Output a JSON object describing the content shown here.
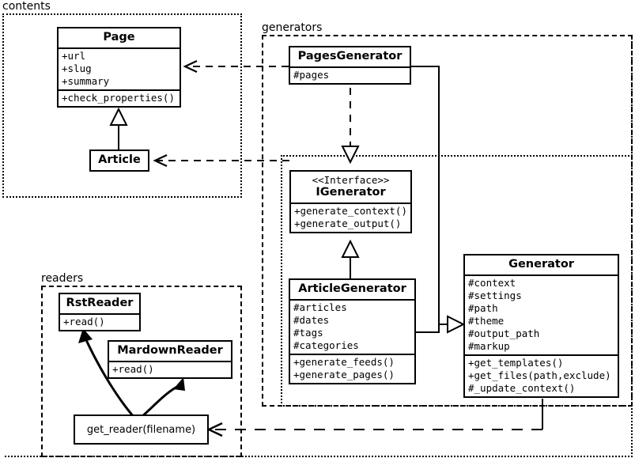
{
  "diagram": {
    "kind": "uml-class-diagram",
    "packages": [
      {
        "id": "contents",
        "label": "contents"
      },
      {
        "id": "generators",
        "label": "generators"
      },
      {
        "id": "readers",
        "label": "readers"
      }
    ],
    "classes": [
      {
        "id": "page",
        "name": "Page",
        "stereotype": "",
        "attributes": [
          "+url",
          "+slug",
          "+summary"
        ],
        "operations": [
          "+check_properties()"
        ]
      },
      {
        "id": "article",
        "name": "Article",
        "stereotype": "",
        "attributes": [],
        "operations": []
      },
      {
        "id": "pages_generator",
        "name": "PagesGenerator",
        "stereotype": "",
        "attributes": [
          "#pages"
        ],
        "operations": []
      },
      {
        "id": "igenerator",
        "name": "IGenerator",
        "stereotype": "<<Interface>>",
        "attributes": [],
        "operations": [
          "+generate_context()",
          "+generate_output()"
        ]
      },
      {
        "id": "article_generator",
        "name": "ArticleGenerator",
        "stereotype": "",
        "attributes": [
          "#articles",
          "#dates",
          "#tags",
          "#categories"
        ],
        "operations": [
          "+generate_feeds()",
          "+generate_pages()"
        ]
      },
      {
        "id": "generator",
        "name": "Generator",
        "stereotype": "",
        "attributes": [
          "#context",
          "#settings",
          "#path",
          "#theme",
          "#output_path",
          "#markup"
        ],
        "operations": [
          "+get_templates()",
          "+get_files(path,exclude)",
          "#_update_context()"
        ]
      },
      {
        "id": "rst_reader",
        "name": "RstReader",
        "stereotype": "",
        "attributes": [],
        "operations": [
          "+read()"
        ]
      },
      {
        "id": "mardown_reader",
        "name": "MardownReader",
        "stereotype": "",
        "attributes": [],
        "operations": [
          "+read()"
        ]
      }
    ],
    "functions": [
      {
        "id": "get_reader",
        "label": "get_reader(filename)"
      }
    ],
    "relations": [
      {
        "from": "pages_generator",
        "to": "page",
        "type": "dependency",
        "style": "dashed",
        "arrow": "open"
      },
      {
        "from": "article_generator",
        "to": "article",
        "type": "dependency",
        "style": "dashed",
        "arrow": "open"
      },
      {
        "from": "article",
        "to": "page",
        "type": "generalization",
        "style": "solid",
        "arrow": "hollow-triangle"
      },
      {
        "from": "pages_generator",
        "to": "igenerator",
        "type": "realization",
        "style": "dashed",
        "arrow": "hollow-triangle"
      },
      {
        "from": "article_generator",
        "to": "igenerator",
        "type": "generalization",
        "style": "solid",
        "arrow": "hollow-triangle"
      },
      {
        "from": "pages_generator",
        "to": "generator",
        "type": "generalization",
        "style": "solid",
        "arrow": "hollow-triangle"
      },
      {
        "from": "article_generator",
        "to": "generator",
        "type": "generalization",
        "style": "solid",
        "arrow": "hollow-triangle"
      },
      {
        "from": "generator",
        "to": "get_reader",
        "type": "dependency",
        "style": "dashed",
        "arrow": "open"
      },
      {
        "from": "get_reader",
        "to": "rst_reader",
        "type": "creates",
        "style": "curved-solid",
        "arrow": "filled"
      },
      {
        "from": "get_reader",
        "to": "mardown_reader",
        "type": "creates",
        "style": "curved-solid",
        "arrow": "filled"
      }
    ],
    "colors": {
      "stroke": "#000000",
      "background": "#ffffff"
    }
  }
}
